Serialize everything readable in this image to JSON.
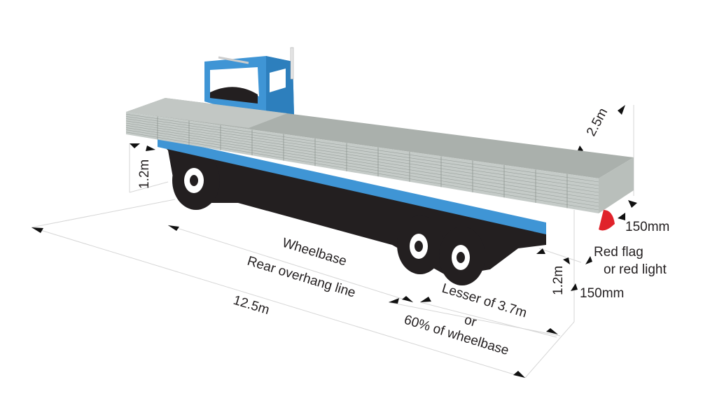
{
  "title": "Flatbed truck load projection limits",
  "labels": {
    "front_height": "1.2m",
    "load_width": "2.5m",
    "flag_top": "150mm",
    "red_flag_line1": "Red flag",
    "red_flag_line2": "or red light",
    "rear_height": "1.2m",
    "flag_bottom": "150mm",
    "wheelbase": "Wheelbase",
    "rear_overhang": "Rear overhang line",
    "total_length": "12.5m",
    "overhang_line1": "Lesser of 3.7m",
    "overhang_line2": "or",
    "overhang_line3": "60% of wheelbase"
  },
  "colors": {
    "cab": "#3f95d5",
    "load_side": "#c5cbc8",
    "load_top": "#aab0ac",
    "chassis": "#231f20",
    "flag": "#e0222a"
  }
}
